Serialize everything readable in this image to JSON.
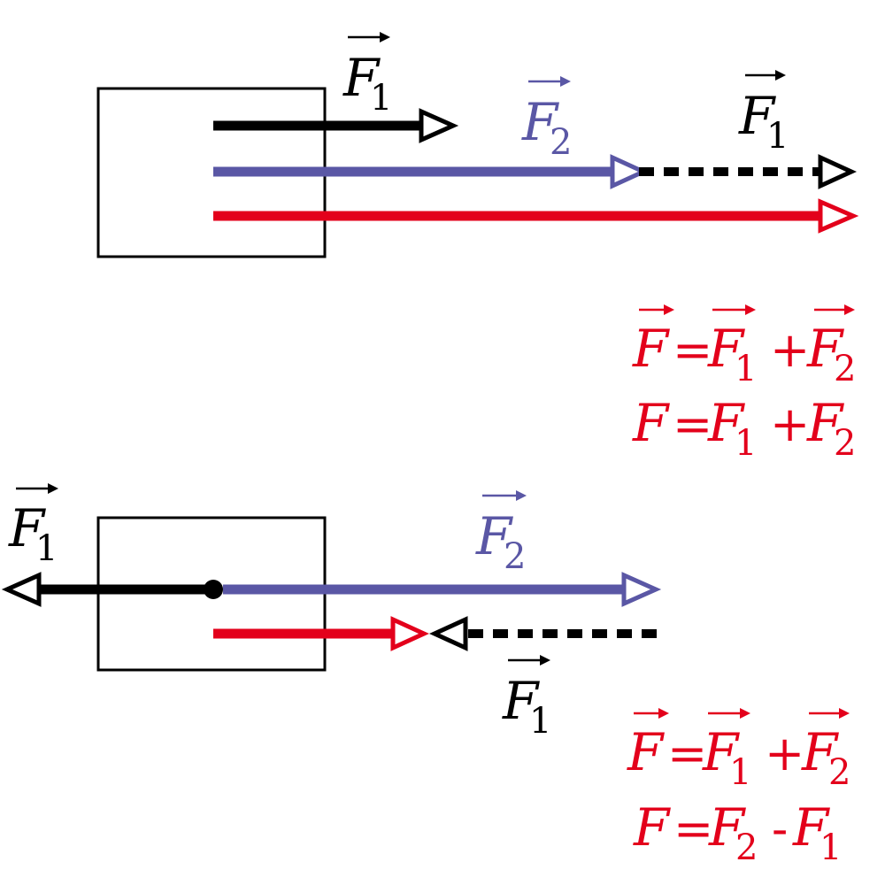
{
  "colors": {
    "f1": "#000000",
    "f2": "#5a57a5",
    "resultant": "#e3001b"
  },
  "labels": {
    "F": "F",
    "sub1": "1",
    "sub2": "2",
    "equals": "=",
    "plus": "+",
    "minus": "-"
  },
  "top_case": {
    "equation_vector": "F = F1 + F2",
    "equation_scalar": "F = F1 + F2"
  },
  "bottom_case": {
    "equation_vector": "F = F1 + F2",
    "equation_scalar": "F = F2 - F1"
  }
}
